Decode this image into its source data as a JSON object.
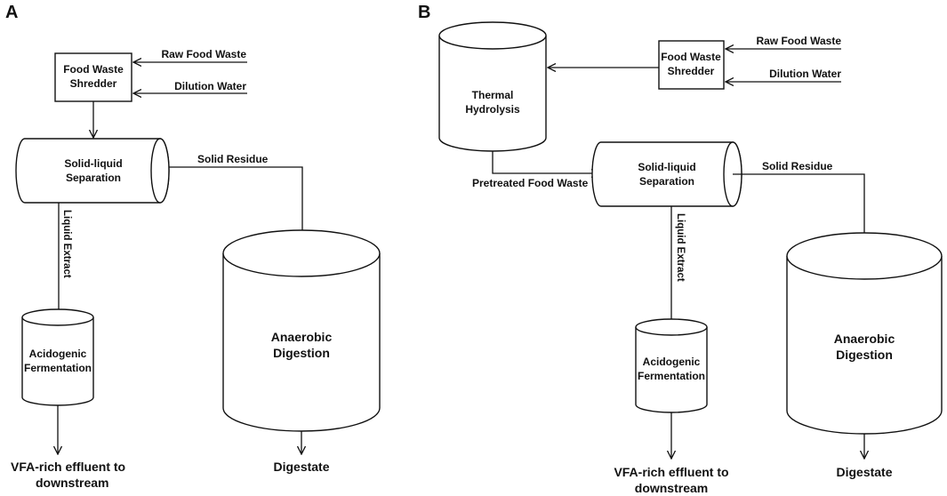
{
  "panel_a": {
    "label": "A",
    "raw_food_waste": "Raw Food Waste",
    "dilution_water": "Dilution Water",
    "shredder": [
      "Food Waste",
      "Shredder"
    ],
    "separation": [
      "Solid-liquid",
      "Separation"
    ],
    "solid_residue": "Solid Residue",
    "liquid_extract": "Liquid Extract",
    "acidogenic": [
      "Acidogenic",
      "Fermentation"
    ],
    "anaerobic": [
      "Anaerobic",
      "Digestion"
    ],
    "vfa_output": [
      "VFA-rich effluent to",
      "downstream"
    ],
    "digestate": "Digestate"
  },
  "panel_b": {
    "label": "B",
    "raw_food_waste": "Raw Food Waste",
    "dilution_water": "Dilution Water",
    "shredder": [
      "Food Waste",
      "Shredder"
    ],
    "thermal": [
      "Thermal",
      "Hydrolysis"
    ],
    "pretreated": "Pretreated Food Waste",
    "separation": [
      "Solid-liquid",
      "Separation"
    ],
    "solid_residue": "Solid Residue",
    "liquid_extract": "Liquid Extract",
    "acidogenic": [
      "Acidogenic",
      "Fermentation"
    ],
    "anaerobic": [
      "Anaerobic",
      "Digestion"
    ],
    "vfa_output": [
      "VFA-rich effluent to",
      "downstream"
    ],
    "digestate": "Digestate"
  }
}
